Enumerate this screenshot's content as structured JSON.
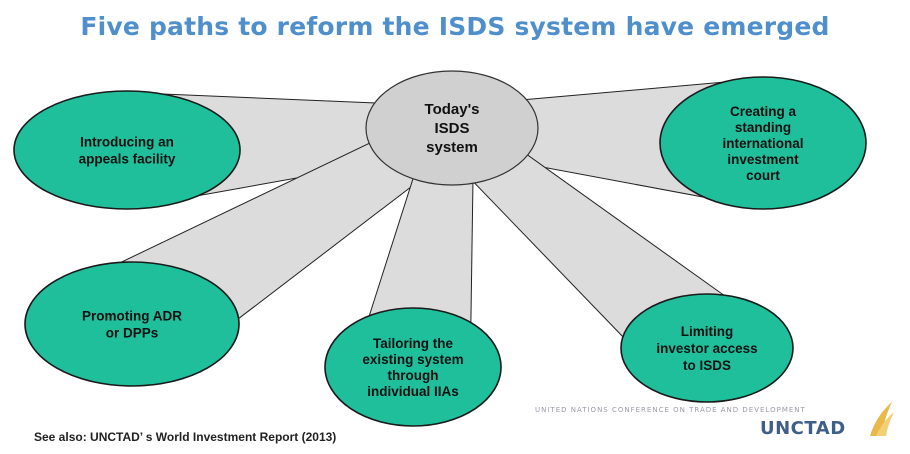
{
  "title": "Five paths to reform the ISDS system have emerged",
  "hub": {
    "lines": [
      "Today's",
      "ISDS",
      "system"
    ]
  },
  "paths": [
    {
      "id": "appeals",
      "lines": [
        "Introducing an",
        "appeals facility"
      ]
    },
    {
      "id": "court",
      "lines": [
        "Creating a",
        "standing",
        "international",
        "investment",
        "court"
      ]
    },
    {
      "id": "adr",
      "lines": [
        "Promoting ADR",
        "or DPPs"
      ]
    },
    {
      "id": "tailoring",
      "lines": [
        "Tailoring the",
        "existing system",
        "through",
        "individual IIAs"
      ]
    },
    {
      "id": "limiting",
      "lines": [
        "Limiting",
        "investor access",
        "to ISDS"
      ]
    }
  ],
  "colors": {
    "title": "#4f8fcc",
    "node_fill": "#1fbf9c",
    "hub_fill": "#d0d0d0",
    "ray_fill": "#dcdcdc"
  },
  "footer": {
    "org_name": "UNITED NATIONS CONFERENCE ON TRADE AND DEVELOPMENT",
    "logo_text": "UNCTAD",
    "see_also": "See also: UNCTAD’ s World Investment Report (2013)"
  }
}
